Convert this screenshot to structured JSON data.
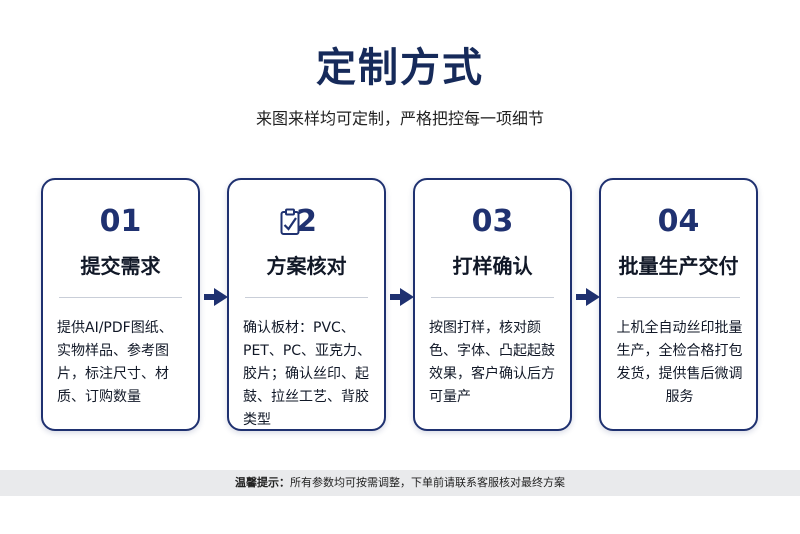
{
  "header": {
    "title": "定制方式",
    "subtitle": "来图来样均可定制，严格把控每一项细节"
  },
  "steps": [
    {
      "number": "01",
      "title": "提交需求",
      "description": "提供AI/PDF图纸、实物样品、参考图片，标注尺寸、材质、订购数量"
    },
    {
      "number": "2",
      "icon": "clipboard-check-icon",
      "title": "方案核对",
      "description": "确认板材：PVC、PET、PC、亚克力、胶片；确认丝印、起鼓、拉丝工艺、背胶类型"
    },
    {
      "number": "03",
      "title": "打样确认",
      "description": "按图打样，核对颜色、字体、凸起起鼓效果，客户确认后方可量产"
    },
    {
      "number": "04",
      "title": "批量生产交付",
      "description": "上机全自动丝印批量生产，全检合格打包发货，提供售后微调服务"
    }
  ],
  "footer": {
    "label": "温馨提示：",
    "text": "所有参数均可按需调整，下单前请联系客服核对最终方案"
  },
  "colors": {
    "accent": "#1f3170",
    "title": "#162a5a",
    "footer_bg": "#e9eaec"
  }
}
